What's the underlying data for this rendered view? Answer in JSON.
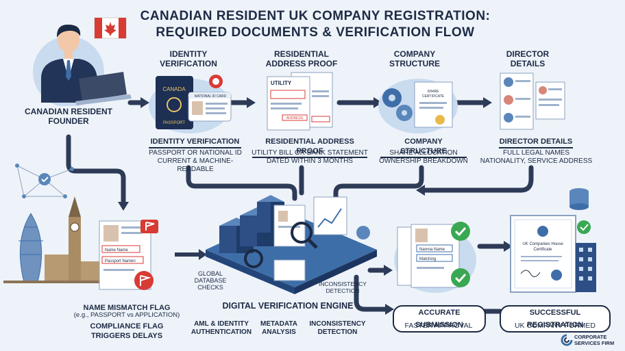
{
  "title_line1": "CANADIAN RESIDENT UK COMPANY REGISTRATION:",
  "title_line2": "REQUIRED DOCUMENTS & VERIFICATION FLOW",
  "founder_label": "CANADIAN RESIDENT\nFOUNDER",
  "steps": [
    {
      "heading": "IDENTITY\nVERIFICATION",
      "label": "IDENTITY VERIFICATION",
      "desc": "PASSPORT OR NATIONAL ID\nCURRENT & MACHINE-READABLE"
    },
    {
      "heading": "RESIDENTIAL\nADDRESS PROOF",
      "label": "RESIDENTIAL ADDRESS PROOF",
      "desc": "UTILITY BILL OR BANK STATEMENT\nDATED WITHIN 3 MONTHS"
    },
    {
      "heading": "COMPANY\nSTRUCTURE",
      "label": "COMPANY STRUCTURE",
      "desc": "SHARE ALLOCATION\nOWNERSHIP BREAKDOWN"
    },
    {
      "heading": "DIRECTOR\nDETAILS",
      "label": "DIRECTOR DETAILS",
      "desc": "FULL LEGAL NAMES\nNATIONALITY, SERVICE ADDRESS"
    }
  ],
  "icons": {
    "passport_text": "CANADA",
    "passport_bottom": "PASSPORT",
    "id_card_text": "NATIONAL ID CARD",
    "utility_text": "UTILITY",
    "address_text": "ADDRESS",
    "share_cert_text": "SHARE\nCERTIFICATE",
    "name_name": "Name Name",
    "passport_namen": "Passport Namen",
    "namna_name": "Namna Name",
    "matching": "Matching",
    "uk_cert": "UK Companies House\nCertificate"
  },
  "mismatch_label": "NAME MISMATCH FLAG",
  "mismatch_example": "(e.g., PASSPORT vs APPLICATION)",
  "compliance_label": "COMPLIANCE FLAG\nTRIGGERS DELAYS",
  "engine": {
    "title": "DIGITAL VERIFICATION ENGINE",
    "global_checks": "GLOBAL\nDATABASE\nCHECKS",
    "inconsistency_small": "INCONSISTENCY\nDETECTION",
    "items": [
      "AML & IDENTITY\nAUTHENTICATION",
      "METADATA\nANALYSIS",
      "INCONSISTENCY\nDETECTION"
    ]
  },
  "accurate": {
    "label": "ACCURATE SUBMISSION",
    "desc": "FASTER APPROVAL"
  },
  "success": {
    "label": "SUCCESSFUL REGISTRATION",
    "desc": "UK COMPANY FORMED"
  },
  "brand": "CORPORATE\nSERVICES FIRM",
  "colors": {
    "navy": "#1c2a44",
    "red": "#d83a34",
    "green": "#3aa852",
    "blue": "#3e6ea8",
    "light_blue": "#c9dbef"
  }
}
